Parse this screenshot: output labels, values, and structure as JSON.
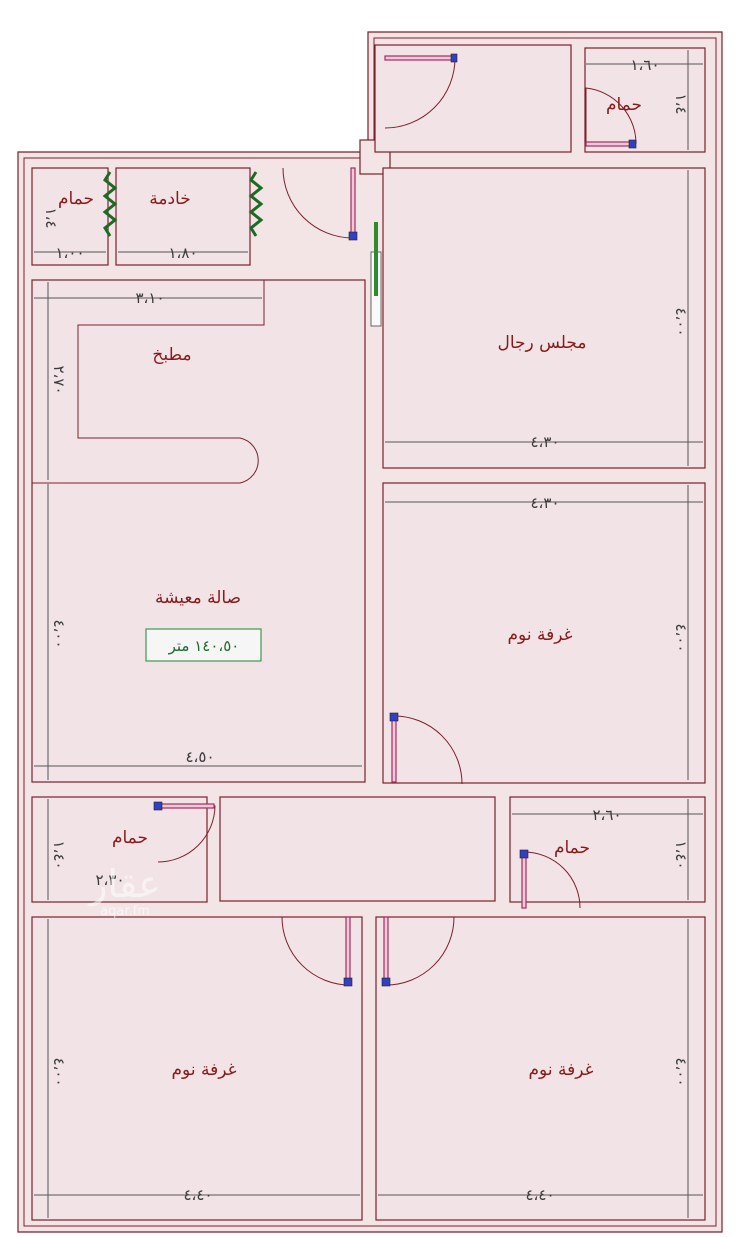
{
  "rooms": {
    "maid_bath": "حمام",
    "maid": "خادمة",
    "kitchen": "مطبخ",
    "living": "صالة معيشة",
    "living_area": "١٤٠،٥٠ متر",
    "majlis": "مجلس رجال",
    "bedroom_right": "غرفة نوم",
    "bath_top_right": "حمام",
    "bath_left": "حمام",
    "bath_right": "حمام",
    "bedroom_bottom_left": "غرفة نوم",
    "bedroom_bottom_right": "غرفة نوم"
  },
  "dimensions": {
    "maid_bath_w": "١،٠٠",
    "maid_bath_h": "١،٤",
    "maid_w": "١،٨٠",
    "kitchen_w": "٣،١٠",
    "kitchen_h": "٢،٧٠",
    "living_h": "٤،٠٠",
    "living_w": "٤،٥٠",
    "top_bath_w": "١،٦٠",
    "top_bath_h": "١،٤",
    "majlis_h": "٤،٠٠",
    "majlis_w": "٤،٣٠",
    "bedroom_right_w": "٤،٣٠",
    "bedroom_right_h": "٤،٠٠",
    "bath_left_h": "١،٤٠",
    "bath_left_w": "٢،٣٠",
    "bath_right_w": "٢،٦٠",
    "bath_right_h": "١،٤٠",
    "bed_bl_h": "٤،٠٠",
    "bed_bl_w": "٤،٤٠",
    "bed_br_h": "٤،٠٠",
    "bed_br_w": "٤،٤٠"
  },
  "watermark": {
    "brand": "عقار",
    "sub": "aqar.fm"
  }
}
